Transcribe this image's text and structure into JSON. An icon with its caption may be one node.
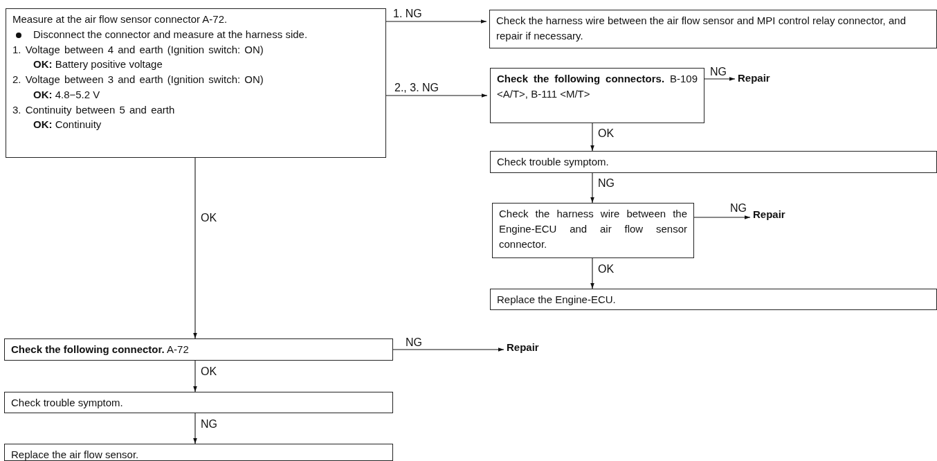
{
  "diagram": {
    "nodes": [
      {
        "text": [
          "Measure at the air flow sensor connector A-72.",
          "Disconnect the connector and measure at the harness side.",
          "1. Voltage between 4 and earth (Ignition switch: ON)",
          "**OK:** Battery positive voltage",
          "2. Voltage between 3 and earth (Ignition switch: ON)",
          "**OK:** 4.8−5.2 V",
          "3. Continuity between 5 and earth",
          "**OK:** Continuity"
        ]
      },
      {
        "text": [
          "Check the harness wire between the air flow sensor and MPI control relay connector, and repair if necessary."
        ]
      },
      {
        "text": [
          "**Check the following connectors.** B-109 <A/T>, B-111 <M/T>"
        ]
      },
      {
        "text": [
          "Repair"
        ]
      },
      {
        "text": [
          "Check trouble symptom."
        ]
      },
      {
        "text": [
          "Check the harness wire between the Engine-ECU and air flow sensor connector."
        ]
      },
      {
        "text": [
          "Repair"
        ]
      },
      {
        "text": [
          "Replace the Engine-ECU."
        ]
      },
      {
        "text": [
          "**Check the following connector.** A-72"
        ]
      },
      {
        "text": [
          "Repair"
        ]
      },
      {
        "text": [
          "Check trouble symptom."
        ]
      },
      {
        "text": [
          "Replace the air flow sensor."
        ]
      }
    ],
    "edges": [
      {
        "from": 0,
        "to": 1,
        "arrow": "to",
        "label": "1. NG"
      },
      {
        "from": 0,
        "to": 2,
        "arrow": "to",
        "label": "2., 3. NG"
      },
      {
        "from": 2,
        "to": 3,
        "arrow": "to",
        "label": "NG"
      },
      {
        "from": 2,
        "to": 4,
        "arrow": "to",
        "label": "OK"
      },
      {
        "from": 4,
        "to": 5,
        "arrow": "to",
        "label": "NG"
      },
      {
        "from": 5,
        "to": 6,
        "arrow": "to",
        "label": "NG"
      },
      {
        "from": 5,
        "to": 7,
        "arrow": "to",
        "label": "OK"
      },
      {
        "from": 0,
        "to": 8,
        "arrow": "to",
        "label": "OK"
      },
      {
        "from": 8,
        "to": 9,
        "arrow": "to",
        "label": "NG"
      },
      {
        "from": 8,
        "to": 10,
        "arrow": "to",
        "label": "OK"
      },
      {
        "from": 10,
        "to": 11,
        "arrow": "to",
        "label": "NG"
      }
    ]
  }
}
